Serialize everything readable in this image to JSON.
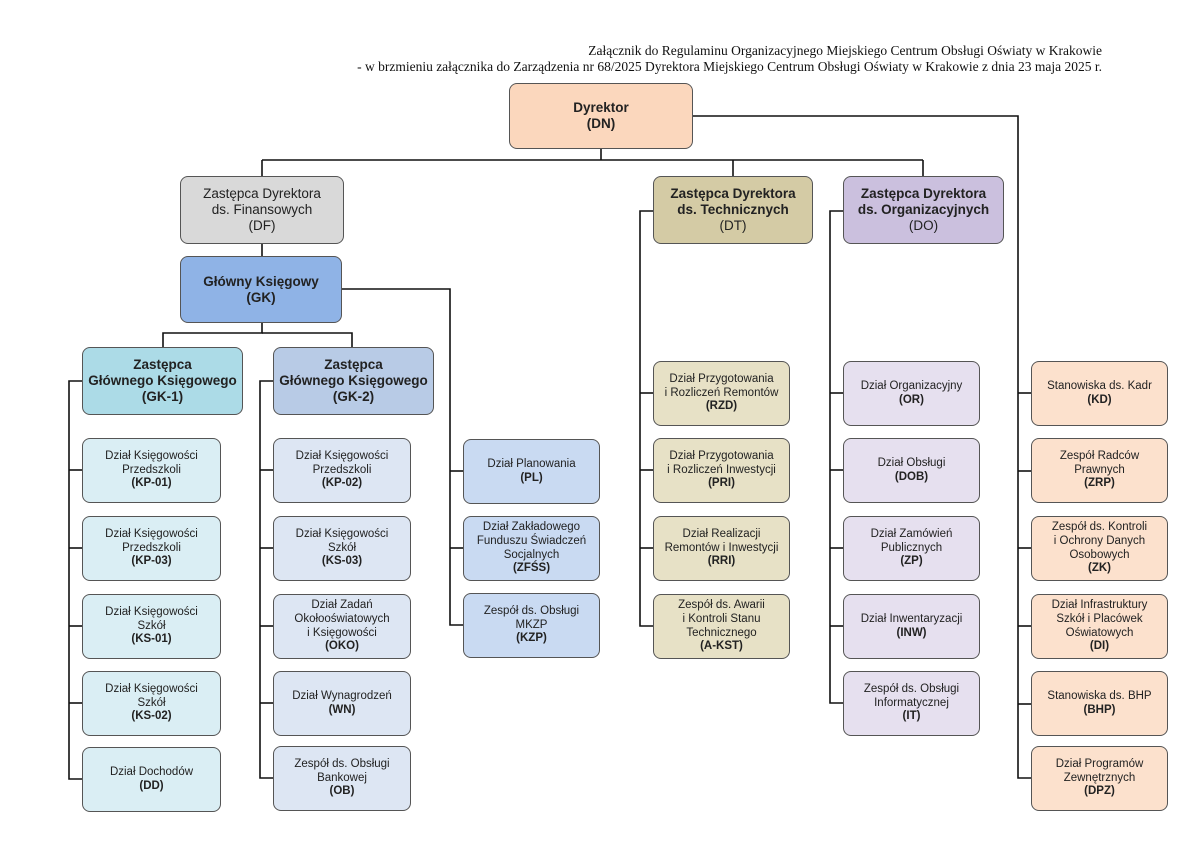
{
  "header": {
    "line1": "Załącznik do Regulaminu Organizacyjnego Miejskiego Centrum Obsługi Oświaty w Krakowie",
    "line2": "- w brzmieniu załącznika do Zarządzenia nr 68/2025 Dyrektora Miejskiego Centrum Obsługi Oświaty w Krakowie z dnia 23 maja 2025 r."
  },
  "colors": {
    "director": "#fbd7bd",
    "finance": "#d9d9d9",
    "chief_accountant": "#8fb3e6",
    "gk1": "#acdbe7",
    "gk1_units": "#daeef4",
    "gk2": "#b8cbe6",
    "gk2_units": "#dde6f3",
    "planning": "#c9daf2",
    "technical": "#d4cba5",
    "technical_units": "#e7e1c6",
    "organizational": "#cbc0de",
    "organizational_units": "#e6e0ef",
    "director_units": "#fce1cd",
    "lines": "#111111"
  },
  "nodes": {
    "dn": {
      "lines": [
        "Dyrektor"
      ],
      "code": "(DN)"
    },
    "df": {
      "lines": [
        "Zastępca Dyrektora",
        "ds. Finansowych"
      ],
      "code": "(DF)"
    },
    "gk": {
      "lines": [
        "Główny Księgowy"
      ],
      "code": "(GK)"
    },
    "gk1": {
      "lines": [
        "Zastępca",
        "Głównego Księgowego"
      ],
      "code": "(GK-1)"
    },
    "gk2": {
      "lines": [
        "Zastępca",
        "Głównego Księgowego"
      ],
      "code": "(GK-2)"
    },
    "kp01": {
      "lines": [
        "Dział Księgowości",
        "Przedszkoli"
      ],
      "code": "(KP-01)"
    },
    "kp03": {
      "lines": [
        "Dział Księgowości",
        "Przedszkoli"
      ],
      "code": "(KP-03)"
    },
    "ks01": {
      "lines": [
        "Dział Księgowości",
        "Szkół"
      ],
      "code": "(KS-01)"
    },
    "ks02": {
      "lines": [
        "Dział Księgowości",
        "Szkół"
      ],
      "code": "(KS-02)"
    },
    "dd": {
      "lines": [
        "Dział Dochodów"
      ],
      "code": "(DD)"
    },
    "kp02": {
      "lines": [
        "Dział Księgowości",
        "Przedszkoli"
      ],
      "code": "(KP-02)"
    },
    "ks03": {
      "lines": [
        "Dział Księgowości",
        "Szkół"
      ],
      "code": "(KS-03)"
    },
    "oko": {
      "lines": [
        "Dział Zadań",
        "Okołooświatowych",
        "i Księgowości"
      ],
      "code": "(OKO)"
    },
    "wn": {
      "lines": [
        "Dział Wynagrodzeń"
      ],
      "code": "(WN)"
    },
    "ob": {
      "lines": [
        "Zespół ds. Obsługi",
        "Bankowej"
      ],
      "code": "(OB)"
    },
    "pl": {
      "lines": [
        "Dział Planowania"
      ],
      "code": "(PL)"
    },
    "zfss": {
      "lines": [
        "Dział Zakładowego",
        "Funduszu Świadczeń",
        "Socjalnych"
      ],
      "code": "(ZFŚS)"
    },
    "kzp": {
      "lines": [
        "Zespół ds. Obsługi",
        "MKZP"
      ],
      "code": "(KZP)"
    },
    "dt": {
      "lines": [
        "Zastępca Dyrektora",
        "ds. Technicznych"
      ],
      "code": "(DT)"
    },
    "rzd": {
      "lines": [
        "Dział Przygotowania",
        "i Rozliczeń Remontów"
      ],
      "code": "(RZD)"
    },
    "pri": {
      "lines": [
        "Dział Przygotowania",
        "i Rozliczeń Inwestycji"
      ],
      "code": "(PRI)"
    },
    "rri": {
      "lines": [
        "Dział Realizacji",
        "Remontów i Inwestycji"
      ],
      "code": "(RRI)"
    },
    "akst": {
      "lines": [
        "Zespół ds. Awarii",
        "i Kontroli Stanu",
        "Technicznego"
      ],
      "code": "(A-KST)"
    },
    "do": {
      "lines": [
        "Zastępca Dyrektora",
        "ds. Organizacyjnych"
      ],
      "code": "(DO)"
    },
    "or": {
      "lines": [
        "Dział Organizacyjny"
      ],
      "code": "(OR)"
    },
    "dob": {
      "lines": [
        "Dział Obsługi"
      ],
      "code": "(DOB)"
    },
    "zp": {
      "lines": [
        "Dział Zamówień",
        "Publicznych"
      ],
      "code": "(ZP)"
    },
    "inw": {
      "lines": [
        "Dział Inwentaryzacji"
      ],
      "code": "(INW)"
    },
    "it": {
      "lines": [
        "Zespół ds. Obsługi",
        "Informatycznej"
      ],
      "code": "(IT)"
    },
    "kd": {
      "lines": [
        "Stanowiska ds. Kadr"
      ],
      "code": "(KD)"
    },
    "zrp": {
      "lines": [
        "Zespół Radców",
        "Prawnych"
      ],
      "code": "(ZRP)"
    },
    "zk": {
      "lines": [
        "Zespół ds. Kontroli",
        "i Ochrony Danych",
        "Osobowych"
      ],
      "code": "(ZK)"
    },
    "di": {
      "lines": [
        "Dział Infrastruktury",
        "Szkół i Placówek",
        "Oświatowych"
      ],
      "code": "(DI)"
    },
    "bhp": {
      "lines": [
        "Stanowiska ds. BHP"
      ],
      "code": "(BHP)"
    },
    "dpz": {
      "lines": [
        "Dział Programów",
        "Zewnętrznych"
      ],
      "code": "(DPZ)"
    }
  }
}
